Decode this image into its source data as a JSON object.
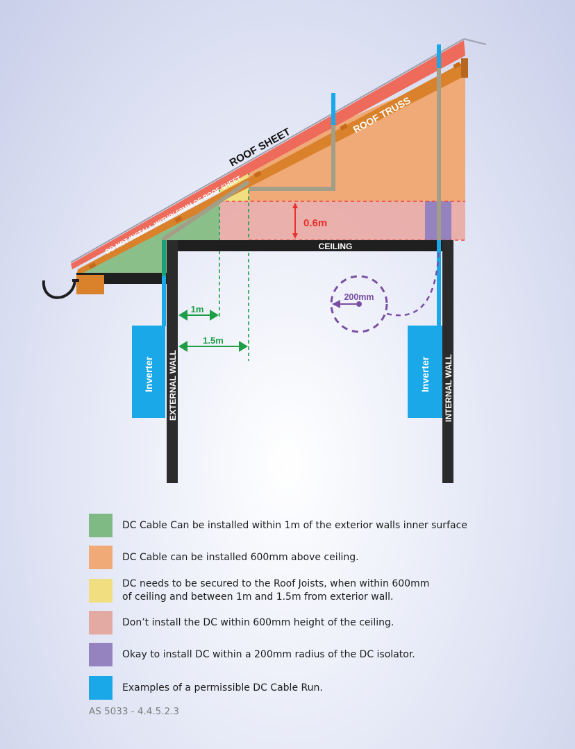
{
  "diagram": {
    "labels": {
      "roof_sheet": "ROOF SHEET",
      "roof_truss": "ROOF TRUSS",
      "warning": "DO NOT INSTALL WITHIN 50MM OF ROOF SHEET",
      "ceiling": "CEILING",
      "external_wall": "EXTERNAL WALL",
      "internal_wall": "INTERNAL WALL",
      "inverter_left": "Inverter",
      "inverter_right": "Inverter",
      "height": "0.6m",
      "dist_1m": "1m",
      "dist_15m": "1.5m",
      "radius": "200mm"
    },
    "colors": {
      "green": "#8bbf8a",
      "orange": "#f0aa78",
      "yellow": "#f1de80",
      "pink": "#e9a9a3",
      "purple": "#9583c0",
      "blue": "#1aa8e8",
      "roof_red": "#ee6a5a",
      "truss_brown": "#d9822b",
      "wall_dark": "#2b2b2b",
      "cable_grey": "#a39e88"
    }
  },
  "legend": [
    {
      "color": "#7fba85",
      "text": "DC Cable Can be installed within 1m of the exterior walls inner surface"
    },
    {
      "color": "#f0aa78",
      "text": "DC Cable can be installed 600mm above ceiling."
    },
    {
      "color": "#f1de80",
      "text": "DC needs to be secured to the Roof Joists, when within 600mm\nof ceiling and between 1m and 1.5m from exterior wall."
    },
    {
      "color": "#e3aaa4",
      "text": "Don’t install the DC within 600mm height of the ceiling."
    },
    {
      "color": "#9583c0",
      "text": "Okay to install DC within a 200mm radius of the DC isolator."
    },
    {
      "color": "#1aa8e8",
      "text": "Examples of a permissible DC Cable Run."
    }
  ],
  "footer": "AS 5033 - 4.4.5.2.3"
}
